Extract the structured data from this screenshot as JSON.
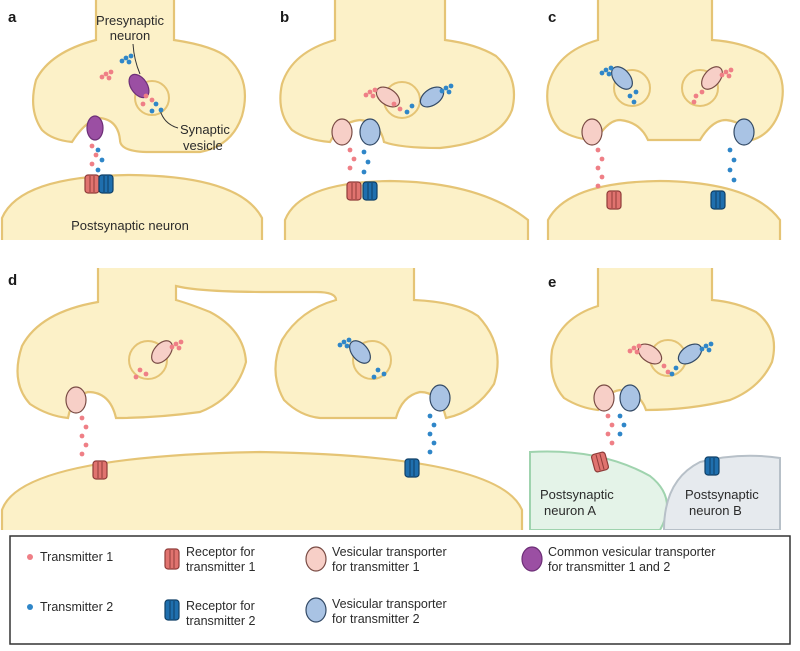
{
  "panels": {
    "a": "a",
    "b": "b",
    "c": "c",
    "d": "d",
    "e": "e"
  },
  "labels": {
    "presynaptic_line1": "Presynaptic",
    "presynaptic_line2": "neuron",
    "synaptic_line1": "Synaptic",
    "synaptic_line2": "vesicle",
    "postsynaptic": "Postsynaptic neuron",
    "post_a_line1": "Postsynaptic",
    "post_a_line2": "neuron A",
    "post_b_line1": "Postsynaptic",
    "post_b_line2": "neuron B"
  },
  "legend": {
    "t1": "Transmitter 1",
    "t2": "Transmitter 2",
    "r1_line1": "Receptor for",
    "r1_line2": "transmitter 1",
    "r2_line1": "Receptor for",
    "r2_line2": "transmitter 2",
    "vt1_line1": "Vesicular transporter",
    "vt1_line2": "for transmitter 1",
    "vt2_line1": "Vesicular transporter",
    "vt2_line2": "for transmitter 2",
    "common_line1": "Common vesicular transporter",
    "common_line2": "for transmitter 1 and 2"
  },
  "colors": {
    "transmitter_1": "#ef7f86",
    "transmitter_2": "#2f86c8",
    "receptor_1": "#e0736f",
    "receptor_2": "#1f6fae",
    "transporter_1": "#f7cfc7",
    "transporter_2": "#a9c3e4",
    "common_transporter": "#9b4fa3",
    "neuron_fill": "#fcf1c8",
    "neuron_outline": "#e5c475",
    "post_a_fill": "#e4f3e8",
    "post_b_fill": "#e6eaee"
  }
}
